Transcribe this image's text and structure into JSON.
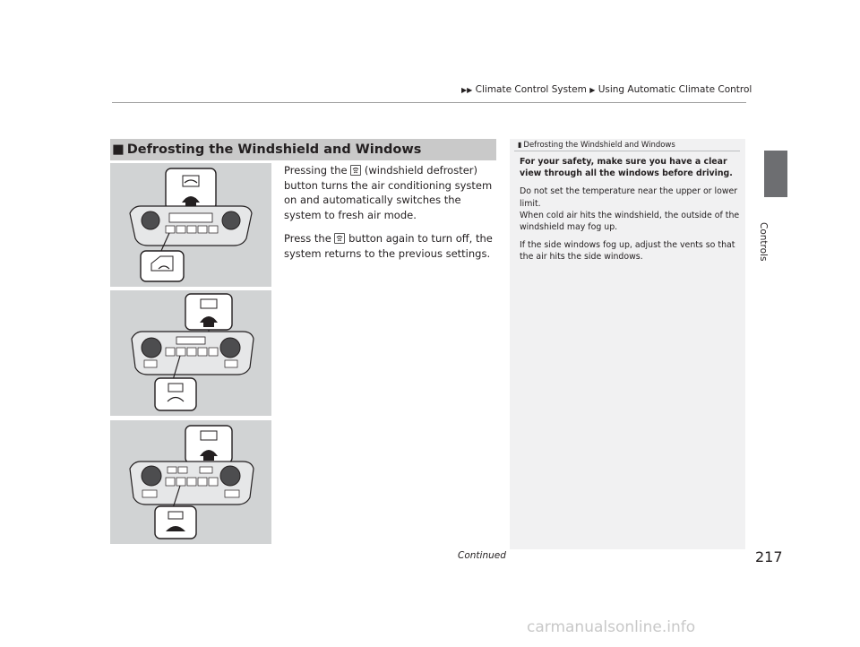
{
  "breadcrumb": {
    "part1": "Climate Control System",
    "part2": "Using Automatic Climate Control"
  },
  "section_tab": "Controls",
  "section": {
    "title": "Defrosting the Windshield and Windows",
    "para1_before": "Pressing the",
    "para1_after": "(windshield defroster) button turns the air conditioning system on and automatically switches the system to fresh air mode.",
    "para2_before": "Press the",
    "para2_after": "button again to turn off, the system returns to the previous settings."
  },
  "sidebar": {
    "title": "Defrosting the Windshield and Windows",
    "bold_note": "For your safety, make sure you have a clear view through all the windows before driving.",
    "note1": "Do not set the temperature near the upper or lower limit.",
    "note2": "When cold air hits the windshield, the outside of the windshield may fog up.",
    "note3": "If the side windows fog up, adjust the vents so that the air hits the side windows."
  },
  "footer": {
    "continued": "Continued",
    "page_number": "217"
  },
  "watermark": "carmanualsonline.info",
  "colors": {
    "header_bg": "#c9c9c9",
    "figure_bg": "#d1d3d4",
    "sidebar_bg": "#f1f1f2",
    "tab": "#6d6e71"
  }
}
